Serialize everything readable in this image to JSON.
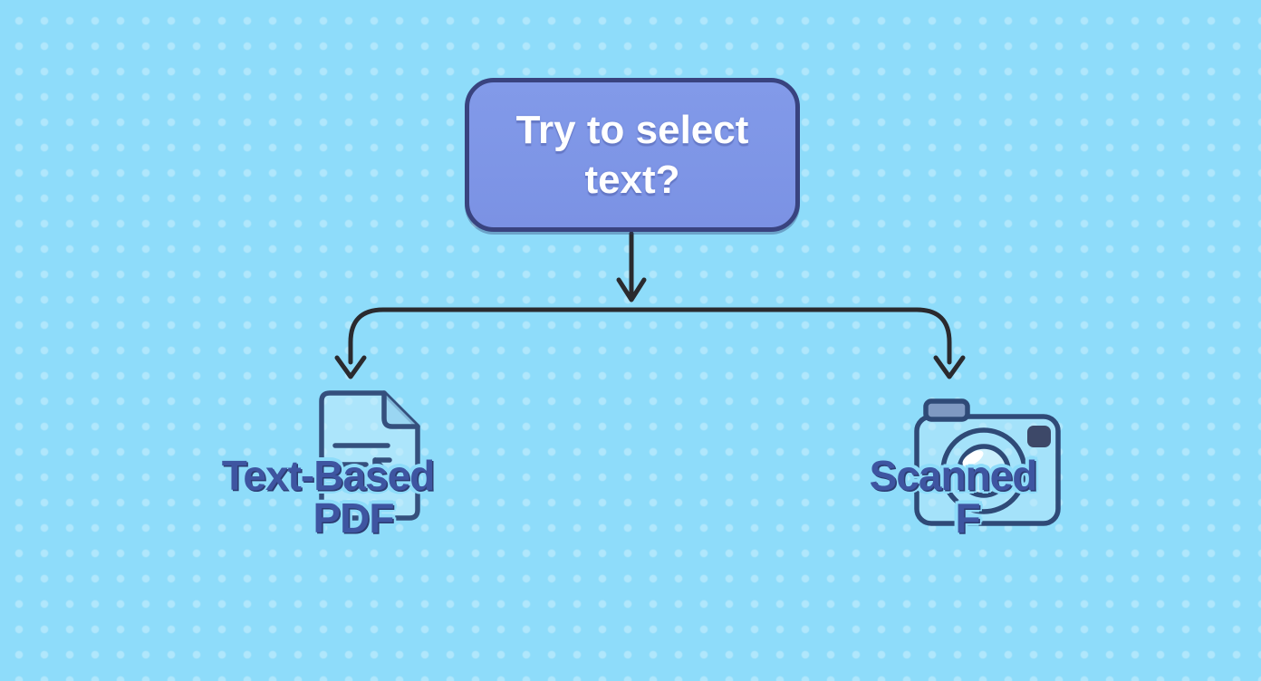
{
  "page": {
    "type": "flowchart",
    "background_color": "#8edcfa",
    "dot_pattern_color": "#b3e6fc"
  },
  "diagram": {
    "decision_node": {
      "label_line1": "Try to select",
      "label_line2": "text?",
      "fill_color": "#7e97e8",
      "border_color": "#39437f",
      "text_color": "#ffffff"
    },
    "connector": {
      "color": "#2a2a2e",
      "style": "rounded-elbow with chevron arrowheads"
    },
    "branches": {
      "left": {
        "icon": "text-document-with-cursor-icon",
        "label_line1": "Text-Based",
        "label_line2": "PDF",
        "label_color": "#3e55a1",
        "icon_stroke_color": "#35507d"
      },
      "right": {
        "icon": "camera-icon",
        "label_line1": "Scanned",
        "label_line2": "F",
        "label_color": "#3e55a1",
        "icon_stroke_color": "#2f4a77"
      }
    }
  }
}
